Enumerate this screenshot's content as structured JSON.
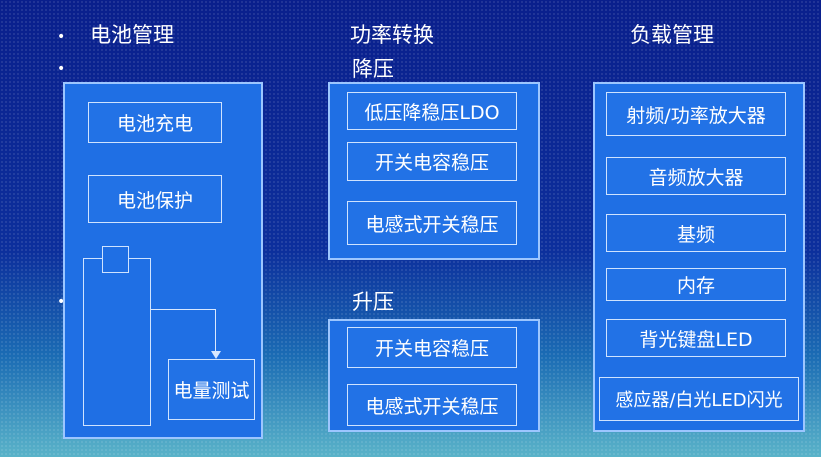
{
  "bullets": [
    "•",
    "•",
    "•"
  ],
  "headers": {
    "battery": "电池管理",
    "power": "功率转换",
    "load": "负载管理",
    "buck": "降压",
    "boost": "升压"
  },
  "battery_panel": {
    "charge": "电池充电",
    "protect": "电池保护",
    "gauge": "电量测试"
  },
  "buck_panel": {
    "items": [
      "低压降稳压LDO",
      "开关电容稳压",
      "电感式开关稳压"
    ]
  },
  "boost_panel": {
    "items": [
      "开关电容稳压",
      "电感式开关稳压"
    ]
  },
  "load_panel": {
    "items": [
      "射频/功率放大器",
      "音频放大器",
      "基频",
      "内存",
      "背光键盘LED",
      "感应器/白光LED闪光"
    ]
  }
}
